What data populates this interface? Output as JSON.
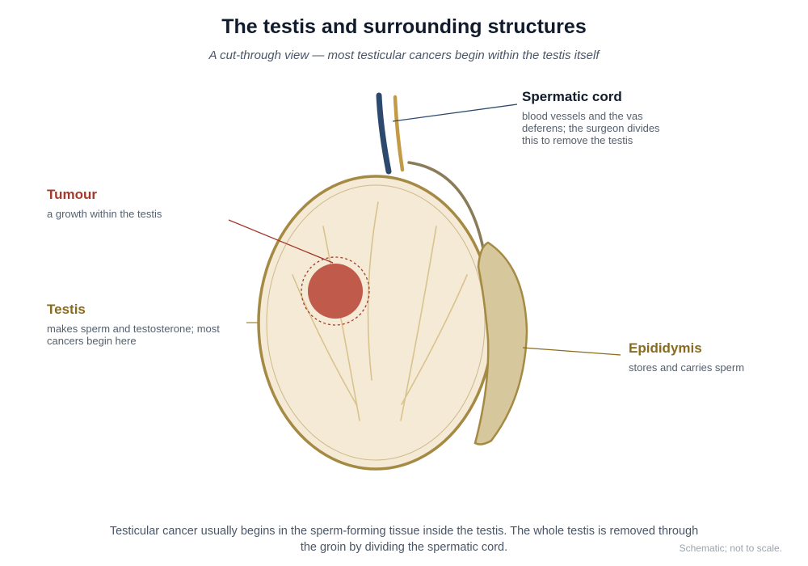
{
  "title": "The testis and surrounding structures",
  "subtitle": "A cut-through view — most testicular cancers begin within the testis itself",
  "labels": {
    "spermatic_cord": {
      "heading": "Spermatic cord",
      "description": "blood vessels and the vas deferens; the surgeon divides this to remove the testis"
    },
    "tumour": {
      "heading": "Tumour",
      "description": "a growth within the testis"
    },
    "testis": {
      "heading": "Testis",
      "description": "makes sperm and testosterone; most cancers begin here"
    },
    "epididymis": {
      "heading": "Epididymis",
      "description": "stores and carries sperm"
    }
  },
  "caption": "Testicular cancer usually begins in the sperm-forming tissue inside the testis. The whole testis is removed through the groin by dividing the spermatic cord.",
  "note": "Schematic; not to scale.",
  "colors": {
    "testis_fill": "#f4ead6",
    "testis_outline": "#a58a44",
    "tumour": "#c05a4a",
    "epididymis_fill": "#d7c79c",
    "vessel_navy": "#2d4a6e",
    "vas_gold": "#c39a45"
  }
}
